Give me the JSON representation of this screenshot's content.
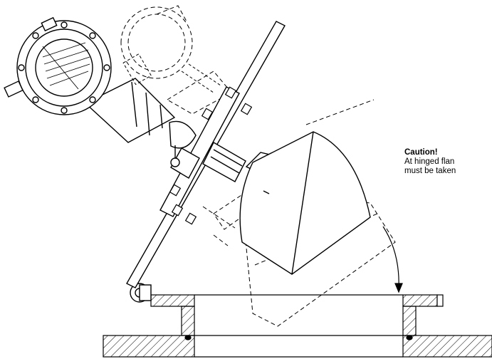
{
  "caution": {
    "title": "Caution!",
    "line1": "At hinged flan",
    "line2": "must be taken"
  },
  "colors": {
    "ink": "#000000",
    "background": "#ffffff"
  }
}
